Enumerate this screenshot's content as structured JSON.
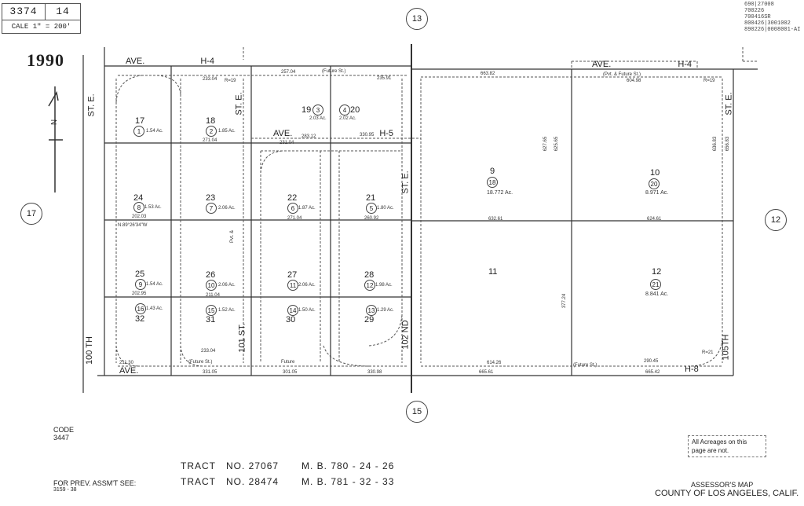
{
  "header": {
    "book": "3374",
    "page": "14",
    "scale": "CALE 1\" = 200'",
    "year": "1990",
    "codes": [
      "690|27008",
      "700226",
      "700416SR",
      "800426|3001002",
      "890226|0008001-AI"
    ]
  },
  "adjacent_pages": {
    "top": "13",
    "left": "17",
    "right": "12",
    "bottom": "15"
  },
  "streets": {
    "ave_h4_left": [
      "AVE.",
      "H-4"
    ],
    "ave_h4_right": [
      "AVE.",
      "H-4"
    ],
    "ave_h5": [
      "AVE.",
      "H-5"
    ],
    "ave_h8_left": "AVE.",
    "ave_h8_right": "H-8",
    "st_e_left": "ST. E.",
    "st_e_mid": "ST. E.",
    "st_e_102": "ST. E.",
    "st_e_right": "ST. E.",
    "th_100": "100 TH",
    "st_101": "101 ST.",
    "nd_102": "102 ND",
    "th_105": "105TH"
  },
  "lots": [
    {
      "lot": "17",
      "parcel": "1",
      "area": "1.54 Ac."
    },
    {
      "lot": "18",
      "parcel": "2",
      "area": "1.85 Ac."
    },
    {
      "lot": "19",
      "parcel": "3",
      "area": "2.03 Ac."
    },
    {
      "lot": "20",
      "parcel": "4",
      "area": "2.02 Ac."
    },
    {
      "lot": "24",
      "parcel": "8",
      "area": "1.53 Ac."
    },
    {
      "lot": "23",
      "parcel": "7",
      "area": "2.06 Ac."
    },
    {
      "lot": "22",
      "parcel": "6",
      "area": "1.87 Ac."
    },
    {
      "lot": "21",
      "parcel": "5",
      "area": "1.80 Ac."
    },
    {
      "lot": "25",
      "parcel": "9",
      "area": "1.54 Ac."
    },
    {
      "lot": "26",
      "parcel": "10",
      "area": "2.06 Ac."
    },
    {
      "lot": "27",
      "parcel": "11",
      "area": "2.06 Ac."
    },
    {
      "lot": "28",
      "parcel": "12",
      "area": "1.98 Ac."
    },
    {
      "lot": "32",
      "parcel": "16",
      "area": "1.43 Ac."
    },
    {
      "lot": "31",
      "parcel": "15",
      "area": "1.52 Ac."
    },
    {
      "lot": "30",
      "parcel": "14",
      "area": "1.50 Ac."
    },
    {
      "lot": "29",
      "parcel": "13",
      "area": "1.29 Ac."
    },
    {
      "lot": "9",
      "parcel": "18",
      "area": "18.772 Ac."
    },
    {
      "lot": "10",
      "parcel": "20",
      "area": "8.971 Ac."
    },
    {
      "lot": "11",
      "parcel": "",
      "area": ""
    },
    {
      "lot": "12",
      "parcel": "21",
      "area": "8.841 Ac."
    }
  ],
  "dimensions": {
    "d1": "663.82",
    "d2": "604.98",
    "d3": "233.04",
    "d4": "257.04",
    "d5": "235.91",
    "d6": "231.04",
    "d7": "330.95",
    "d8": "330.98",
    "d9": "283.12",
    "d10": "271.04",
    "d11": "202.03",
    "d12": "632.61",
    "d13": "624.61",
    "d14": "211.04",
    "d15": "260.92",
    "d16": "202.95",
    "d17": "271.04",
    "d18": "665.61",
    "d19": "665.42",
    "d20": "614.26",
    "d21": "233.04",
    "d22": "330.98",
    "d23": "331.05",
    "d24": "301.05",
    "d25": "211.30",
    "d26": "625.65",
    "d27": "627.65",
    "d28": "636.83",
    "d29": "656.83",
    "d30": "377.24",
    "d31": "290.45",
    "bearing": "N.89°26'34\"W"
  },
  "notes": {
    "future_st": "(Future St.)",
    "pvt_future": "(Pvt. & Future St.)",
    "future": "Future",
    "pvt": "Pvt. &",
    "r19": "R=19",
    "r21": "R=21"
  },
  "footer": {
    "code_label": "CODE",
    "code_value": "3447",
    "tract1_label": "TRACT",
    "tract1_no": "NO. 27067",
    "tract1_mb": "M. B. 780 - 24 - 26",
    "tract2_label": "TRACT",
    "tract2_no": "NO. 28474",
    "tract2_mb": "M. B. 781 - 32 - 33",
    "prev_label": "FOR PREV. ASSM'T SEE:",
    "prev_value": "3159 - 38",
    "acreage_note": "All Acreages on this page are not.",
    "map_title": "ASSESSOR'S MAP",
    "county": "COUNTY OF LOS ANGELES, CALIF."
  },
  "north": "N"
}
